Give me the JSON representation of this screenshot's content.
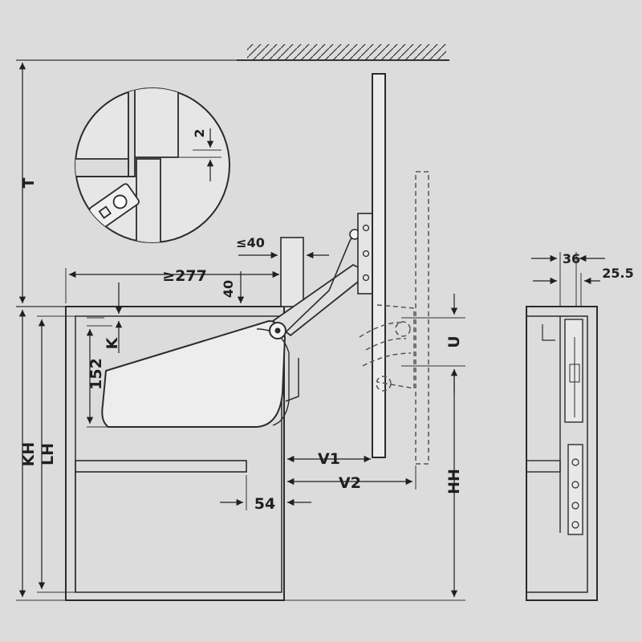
{
  "dimensions": {
    "T": "T",
    "KH": "KH",
    "LH": "LH",
    "HH": "HH",
    "K": "K",
    "U": "U",
    "V1": "V1",
    "V2": "V2",
    "min_depth": "≥277",
    "max_gap": "≤40",
    "top_offset": "40",
    "mech_height": "152",
    "shelf_setback": "54",
    "detail_gap": "2",
    "side_width_a": "36",
    "side_width_b": "25.5"
  }
}
